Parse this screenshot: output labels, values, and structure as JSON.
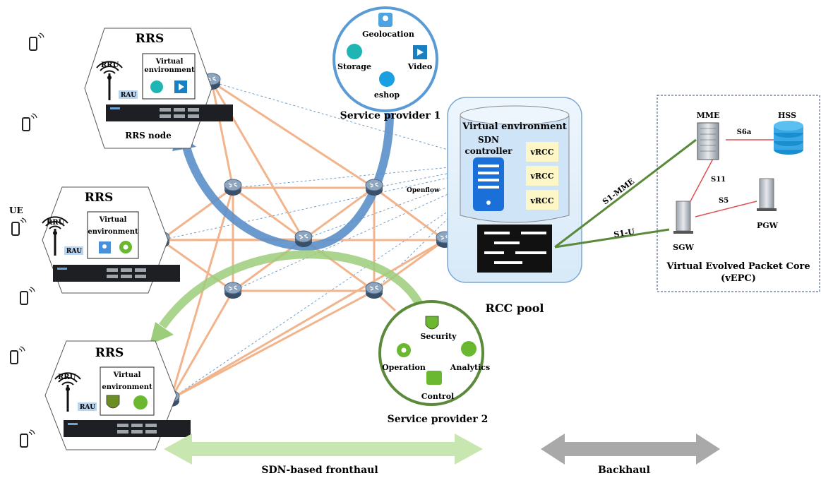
{
  "rrs_top": {
    "title": "RRS",
    "rru": "RRU",
    "rau": "RAU",
    "ve_line1": "Virtual",
    "ve_line2": "environment",
    "node_label": "RRS node"
  },
  "rrs_mid": {
    "title": "RRS",
    "rru": "RRU",
    "rau": "RAU",
    "ve_line1": "Virtual",
    "ve_line2": "environment"
  },
  "rrs_bot": {
    "title": "RRS",
    "rru": "RRU",
    "rau": "RAU",
    "ve_line1": "Virtual",
    "ve_line2": "environment"
  },
  "ue_label": "UE",
  "sp1": {
    "title": "Service provider 1",
    "geolocation": "Geolocation",
    "storage": "Storage",
    "video": "Video",
    "eshop": "eshop"
  },
  "sp2": {
    "title": "Service provider 2",
    "security": "Security",
    "operation": "Operation",
    "analytics": "Analytics",
    "control": "Control"
  },
  "rcc": {
    "ve_title": "Virtual environment",
    "sdn_line1": "SDN",
    "sdn_line2": "controller",
    "vrcc1": "vRCC",
    "vrcc2": "vRCC",
    "vrcc3": "vRCC",
    "openflow": "Openflow",
    "pool_label": "RCC pool"
  },
  "epc": {
    "mme": "MME",
    "hss": "HSS",
    "sgw": "SGW",
    "pgw": "PGW",
    "s6a": "S6a",
    "s11": "S11",
    "s5": "S5",
    "s1_mme": "S1-MME",
    "s1_u": "S1-U",
    "title_line1": "Virtual Evolved Packet Core",
    "title_line2": "(vEPC)"
  },
  "bottom": {
    "fronthaul": "SDN-based fronthaul",
    "backhaul": "Backhaul"
  },
  "colors": {
    "mesh": "#f2b48c",
    "blue_arrow": "#5b8fc9",
    "green_arrow": "#9ccd7a",
    "sp1_ring": "#5b9bd5",
    "sp2_ring": "#5a8a3a",
    "epc_link": "#5a8a3a",
    "epc_internal": "#e05050",
    "fronthaul_arrow": "#c8e6b0",
    "backhaul_arrow": "#a9a9a9",
    "icon_teal": "#1fb5b5",
    "icon_blue": "#1a7fc1",
    "icon_green": "#6ab82f"
  }
}
